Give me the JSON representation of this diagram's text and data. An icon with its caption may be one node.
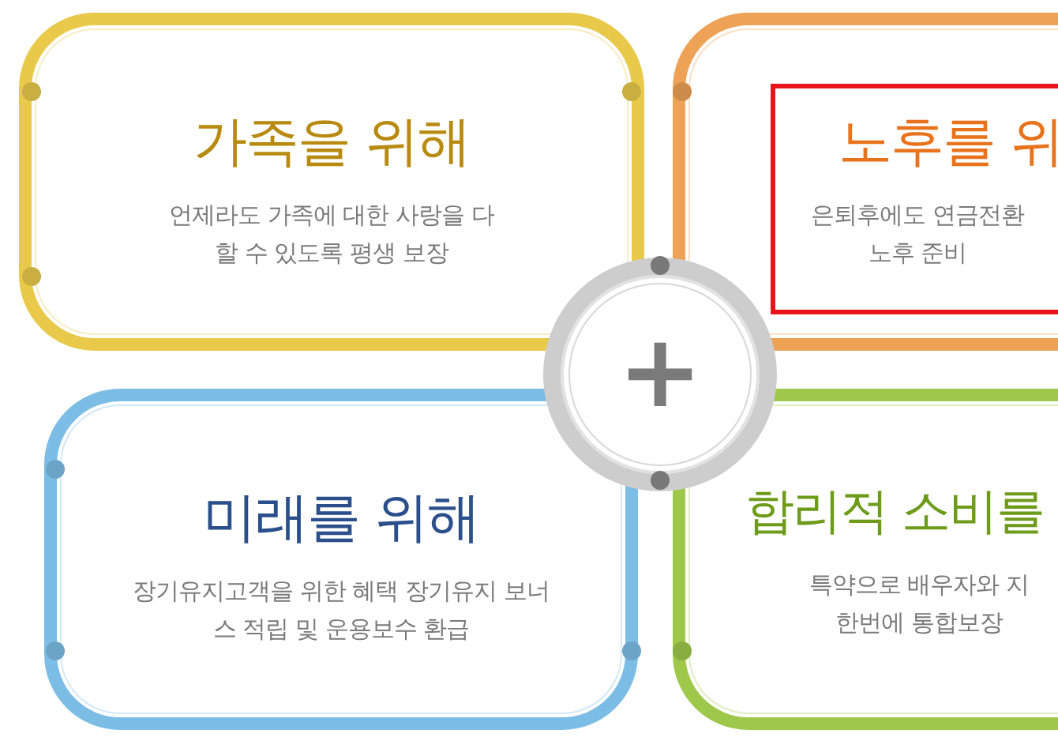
{
  "diagram": {
    "nodes": [
      {
        "text": [
          "가족을 위해",
          "언제라도 가족에 대한 사랑을 다할 수 있도록 평생 보장"
        ]
      },
      {
        "text": [],
        "shape": "box"
      },
      {
        "text": [
          "노후를 위",
          "은퇴후에도 연금전환 노후 준비"
        ],
        "in": 1
      },
      {
        "text": [
          "미래를 위해",
          "장기유지고객을 위한 혜택 장기유지 보너스 적립 및 운용보수 환급"
        ]
      },
      {
        "text": [
          "합리적 소비를",
          "특약으로 배우자와 지 한번에 통합보장"
        ]
      },
      {
        "text": [
          "+"
        ]
      }
    ]
  }
}
